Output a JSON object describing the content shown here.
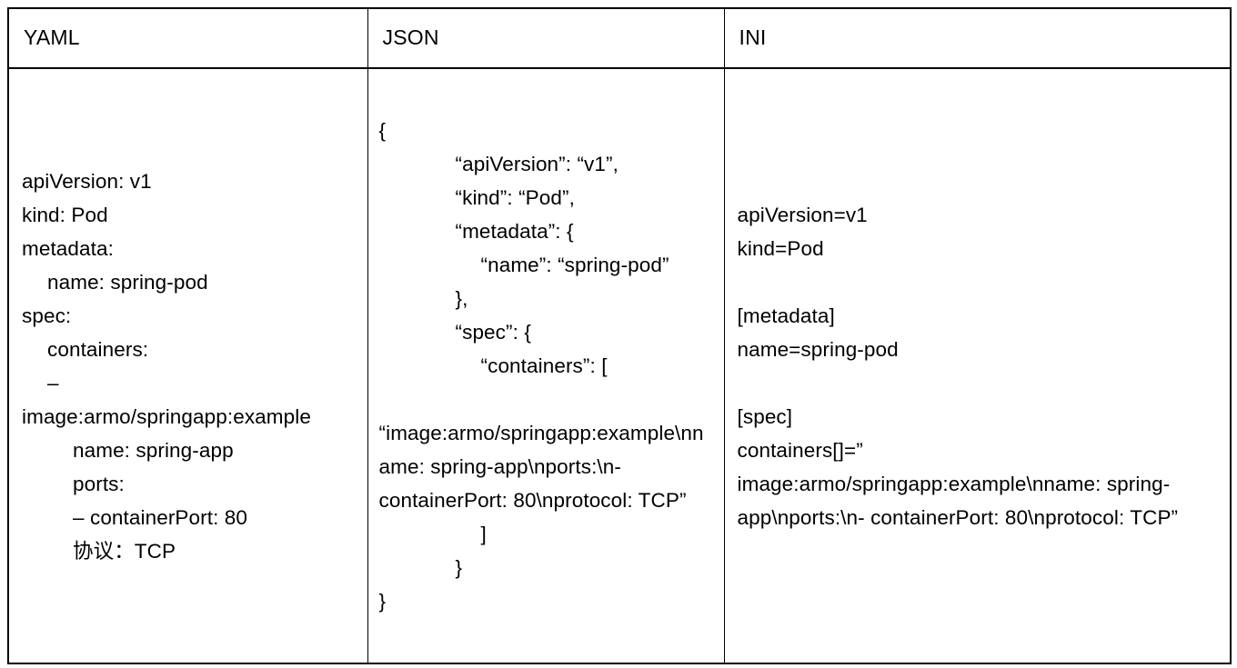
{
  "table": {
    "headers": [
      {
        "label": "YAML"
      },
      {
        "label": "JSON"
      },
      {
        "label": "INI"
      }
    ],
    "columns": {
      "yaml": {
        "name": "YAML",
        "lines": [
          {
            "indent": 0,
            "text": "apiVersion: v1"
          },
          {
            "indent": 0,
            "text": "kind: Pod"
          },
          {
            "indent": 0,
            "text": "metadata:"
          },
          {
            "indent": 1,
            "text": "name: spring-pod"
          },
          {
            "indent": 0,
            "text": "spec:"
          },
          {
            "indent": 1,
            "text": "containers:"
          },
          {
            "indent": 1,
            "text": "–"
          },
          {
            "indent": 0,
            "text": "image:armo/springapp:example"
          },
          {
            "indent": 2,
            "text": "name: spring-app"
          },
          {
            "indent": 2,
            "text": "ports:"
          },
          {
            "indent": 2,
            "text": "– containerPort: 80"
          },
          {
            "indent": 2,
            "text": "协议：TCP"
          }
        ]
      },
      "json": {
        "name": "JSON",
        "lines": [
          {
            "indent": 0,
            "text": "{"
          },
          {
            "indent": 3,
            "text": "“apiVersion”: “v1”,"
          },
          {
            "indent": 3,
            "text": "“kind”: “Pod”,"
          },
          {
            "indent": 3,
            "text": "“metadata”: {"
          },
          {
            "indent": 4,
            "text": "“name”: “spring-pod”"
          },
          {
            "indent": 3,
            "text": "},"
          },
          {
            "indent": 3,
            "text": "“spec”: {"
          },
          {
            "indent": 4,
            "text": "“containers”: ["
          },
          {
            "indent": 0,
            "text": ""
          },
          {
            "indent": 0,
            "text": "“image:armo/springapp:example\\nname: spring-app\\nports:\\n- containerPort: 80\\nprotocol: TCP”"
          },
          {
            "indent": 4,
            "text": "]"
          },
          {
            "indent": 3,
            "text": "}"
          },
          {
            "indent": 0,
            "text": "}"
          }
        ]
      },
      "ini": {
        "name": "INI",
        "lines": [
          {
            "indent": 0,
            "text": "apiVersion=v1"
          },
          {
            "indent": 0,
            "text": "kind=Pod"
          },
          {
            "indent": 0,
            "text": ""
          },
          {
            "indent": 0,
            "text": "[metadata]"
          },
          {
            "indent": 0,
            "text": "name=spring-pod"
          },
          {
            "indent": 0,
            "text": ""
          },
          {
            "indent": 0,
            "text": "[spec]"
          },
          {
            "indent": 0,
            "text": "containers[]=”"
          },
          {
            "indent": 0,
            "text": "image:armo/springapp:example\\nname: spring-app\\nports:\\n- containerPort: 80\\nprotocol: TCP”"
          }
        ]
      }
    }
  },
  "colors": {
    "border": "#000000",
    "background": "#ffffff",
    "text": "#000000"
  }
}
